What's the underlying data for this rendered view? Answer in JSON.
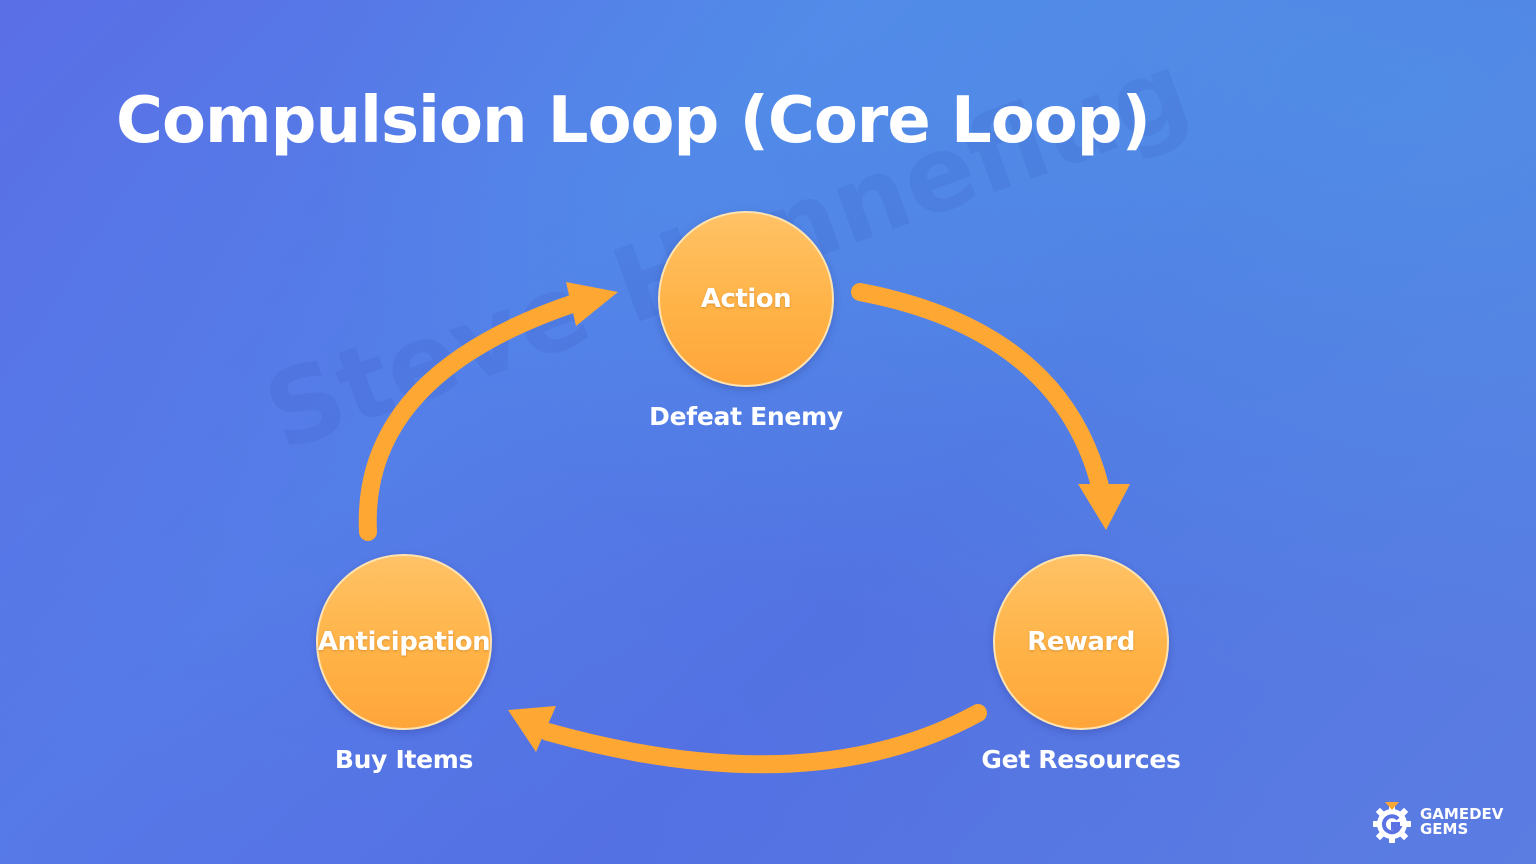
{
  "slide": {
    "title": "Compulsion Loop (Core Loop)",
    "watermark": "Steve Hanneflug"
  },
  "nodes": [
    {
      "label": "Action",
      "caption": "Defeat Enemy"
    },
    {
      "label": "Reward",
      "caption": "Get Resources"
    },
    {
      "label": "Anticipation",
      "caption": "Buy Items"
    }
  ],
  "logo": {
    "line1": "GAMEDEV",
    "line2": "GEMS"
  },
  "colors": {
    "node_fill": "#ffb347",
    "arrow": "#ffa733",
    "text": "#ffffff"
  },
  "icons": [
    "gear-g-logo-icon"
  ]
}
